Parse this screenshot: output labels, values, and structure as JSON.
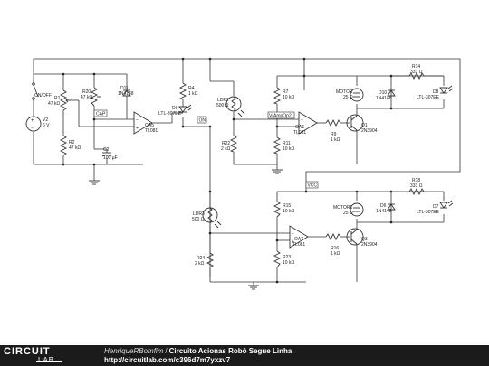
{
  "components": {
    "switch": "ON/OFF",
    "v2": [
      "V2",
      "6 V"
    ],
    "r1": [
      "R1",
      "47 kΩ"
    ],
    "r2": [
      "R2",
      "47 kΩ"
    ],
    "r20": [
      "R20",
      "47 kΩ"
    ],
    "c2": [
      "C2",
      "100 µF"
    ],
    "d11": [
      "D11",
      "1N4148"
    ],
    "oa5": [
      "OA5",
      "TL081"
    ],
    "r4": [
      "R4",
      "1 kΩ"
    ],
    "d9": [
      "D9",
      "LTL-307EE"
    ],
    "ldr2": [
      "LDR2",
      "500 Ω"
    ],
    "r22": [
      "R22",
      "2 kΩ"
    ],
    "r7": [
      "R7",
      "10 kΩ"
    ],
    "r11": [
      "R11",
      "10 kΩ"
    ],
    "oa6": [
      "OA6",
      "TL081"
    ],
    "r9": [
      "R9",
      "1 kΩ"
    ],
    "q1": [
      "Q1",
      "2N3904"
    ],
    "motor": [
      "MOTOR",
      "25 Ω"
    ],
    "d10": [
      "D10",
      "1N4148"
    ],
    "r14": [
      "R14",
      "333 Ω"
    ],
    "d8": [
      "D8",
      "LTL-307EE"
    ],
    "ldr3": [
      "LDR3",
      "500 Ω"
    ],
    "r24": [
      "R24",
      "2 kΩ"
    ],
    "r15": [
      "R15",
      "10 kΩ"
    ],
    "r23": [
      "R23",
      "10 kΩ"
    ],
    "oa7": [
      "OA7",
      "TL081"
    ],
    "r16": [
      "R16",
      "1 kΩ"
    ],
    "q3": [
      "Q3",
      "2N3904"
    ],
    "motor1": [
      "MOTOR1",
      "25 Ω"
    ],
    "d6": [
      "D6",
      "1N4148"
    ],
    "r18": [
      "R18",
      "333 Ω"
    ],
    "d7": [
      "D7",
      "LTL-307EE"
    ]
  },
  "net_labels": {
    "cap": "CAP",
    "on": "ON",
    "vamp": "V(AmpOp2)",
    "vcc": "VCC"
  },
  "footer": {
    "logo_top": "CIRCUIT",
    "logo_bottom": "LAB",
    "author": "HenriqueRBomfim",
    "separator": "/",
    "circuit_name": "Circuito Acionas Robô Segue Linha",
    "url": "http://circuitlab.com/c396d7m7yxzv7"
  }
}
